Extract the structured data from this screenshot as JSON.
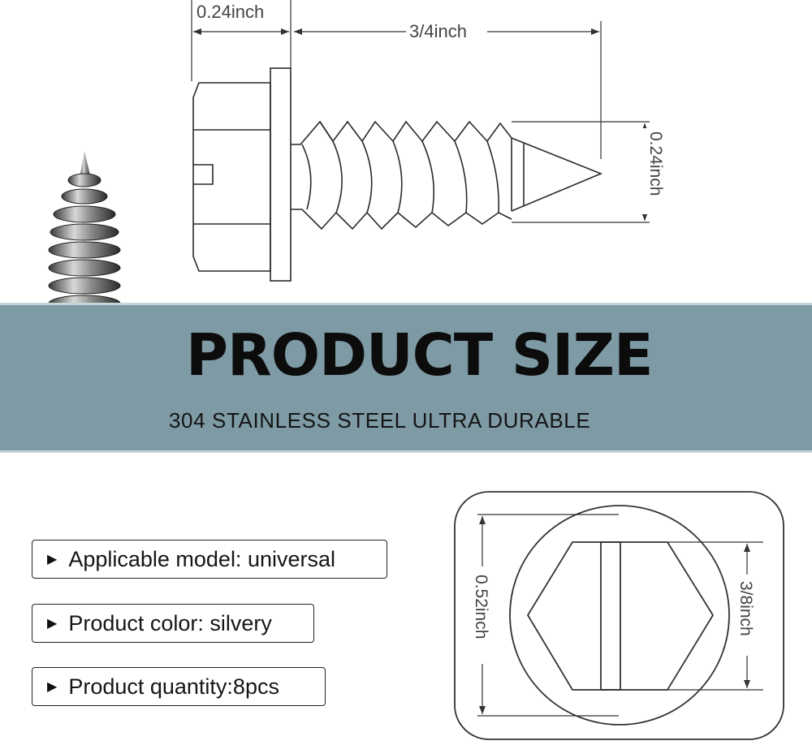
{
  "dimensions": {
    "head_width": "0.24inch",
    "length": "3/4inch",
    "thread_diameter": "0.24inch",
    "washer_diameter": "0.52inch",
    "hex_width": "3/8inch"
  },
  "banner": {
    "title": "PRODUCT SIZE",
    "subtitle": "304 STAINLESS STEEL ULTRA DURABLE"
  },
  "specs": [
    {
      "label": "Applicable model: universal"
    },
    {
      "label": "Product color: silvery"
    },
    {
      "label": "Product quantity:8pcs"
    }
  ],
  "colors": {
    "band": "#7d9aa5",
    "line": "#222222"
  },
  "icons": {
    "bullet": "triangle-right-icon"
  }
}
